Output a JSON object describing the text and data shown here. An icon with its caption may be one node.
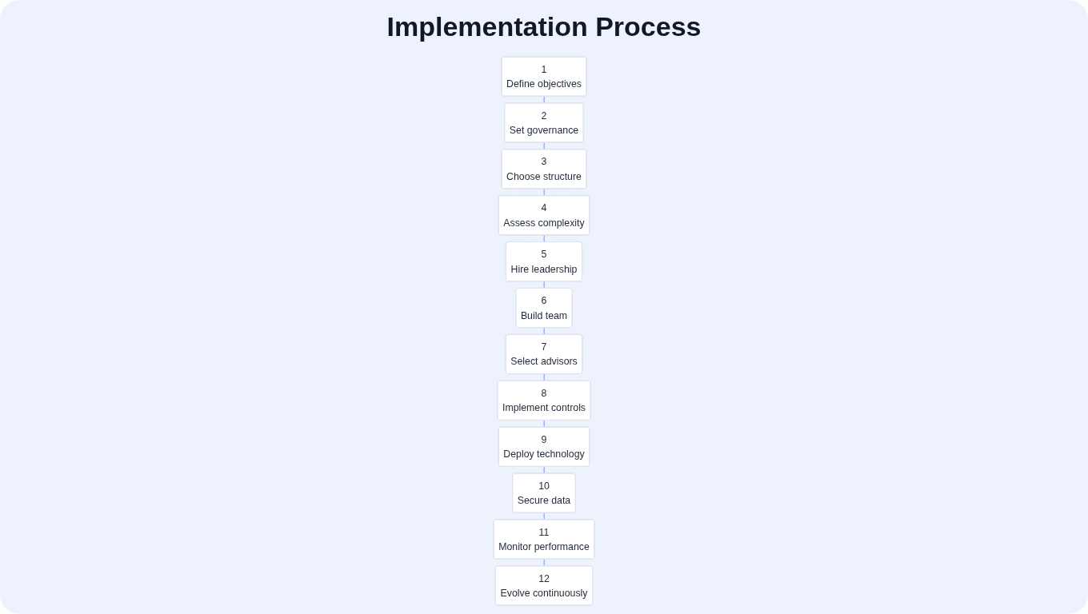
{
  "diagram": {
    "title": "Implementation Process",
    "nodes": [
      {
        "text": [
          "1",
          "Define objectives"
        ]
      },
      {
        "text": [
          "2",
          "Set governance"
        ]
      },
      {
        "text": [
          "3",
          "Choose structure"
        ]
      },
      {
        "text": [
          "4",
          "Assess complexity"
        ]
      },
      {
        "text": [
          "5",
          "Hire leadership"
        ]
      },
      {
        "text": [
          "6",
          "Build team"
        ]
      },
      {
        "text": [
          "7",
          "Select advisors"
        ]
      },
      {
        "text": [
          "8",
          "Implement controls"
        ]
      },
      {
        "text": [
          "9",
          "Deploy technology"
        ]
      },
      {
        "text": [
          "10",
          "Secure data"
        ]
      },
      {
        "text": [
          "11",
          "Monitor performance"
        ]
      },
      {
        "text": [
          "12",
          "Evolve continuously"
        ]
      }
    ],
    "edges": [
      {
        "from": 0,
        "to": 1,
        "arrow": "none"
      },
      {
        "from": 1,
        "to": 2,
        "arrow": "none"
      },
      {
        "from": 2,
        "to": 3,
        "arrow": "none"
      },
      {
        "from": 3,
        "to": 4,
        "arrow": "none"
      },
      {
        "from": 4,
        "to": 5,
        "arrow": "none"
      },
      {
        "from": 5,
        "to": 6,
        "arrow": "none"
      },
      {
        "from": 6,
        "to": 7,
        "arrow": "none"
      },
      {
        "from": 7,
        "to": 8,
        "arrow": "none"
      },
      {
        "from": 8,
        "to": 9,
        "arrow": "none"
      },
      {
        "from": 9,
        "to": 10,
        "arrow": "none"
      },
      {
        "from": 10,
        "to": 11,
        "arrow": "none"
      }
    ]
  }
}
